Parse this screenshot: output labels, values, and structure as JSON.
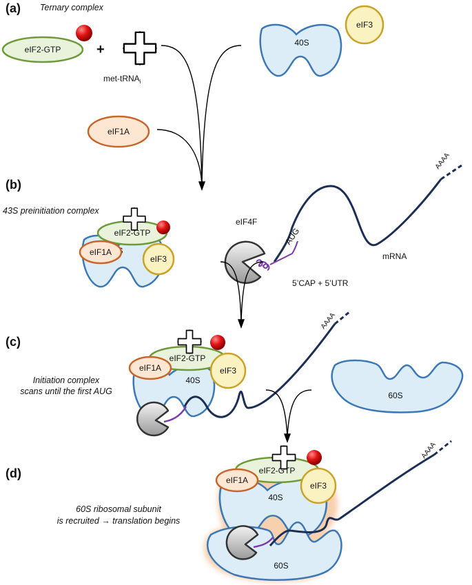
{
  "panels": {
    "a": {
      "label": "(a)",
      "caption": "Ternary complex"
    },
    "b": {
      "label": "(b)",
      "caption": "43S preinitiation complex"
    },
    "c": {
      "label": "(c)",
      "caption_line1": "Initiation complex",
      "caption_line2": "scans until the first AUG"
    },
    "d": {
      "label": "(d)",
      "caption_line1": "60S ribosomal subunit",
      "caption_line2": "is recruited → translation begins"
    }
  },
  "factors": {
    "eif2": "eIF2-GTP",
    "eif3": "eIF3",
    "eif1a": "eIF1A",
    "eif4f": "eIF4F",
    "s40": "40S",
    "s60": "60S",
    "trna": "met-tRNA",
    "trna_sub": "i",
    "plus": "+"
  },
  "mrna": {
    "label": "mRNA",
    "aug": "AUG",
    "cap": "5’CAP + 5’UTR",
    "polya": "AAAA"
  },
  "colors": {
    "eif2_fill": "#e9f3dc",
    "eif2_stroke": "#6e9a3c",
    "eif3_fill": "#fbf2c2",
    "eif3_stroke": "#c9a22a",
    "eif1a_fill": "#fde7d2",
    "eif1a_stroke": "#c8652a",
    "ribosome_fill": "#dcedf8",
    "ribosome_stroke": "#3b78b5",
    "gtp": "#d80f0f",
    "mrna": "#1d2e55",
    "utr": "#7a3aa8",
    "halo": "#f6c8a0"
  }
}
